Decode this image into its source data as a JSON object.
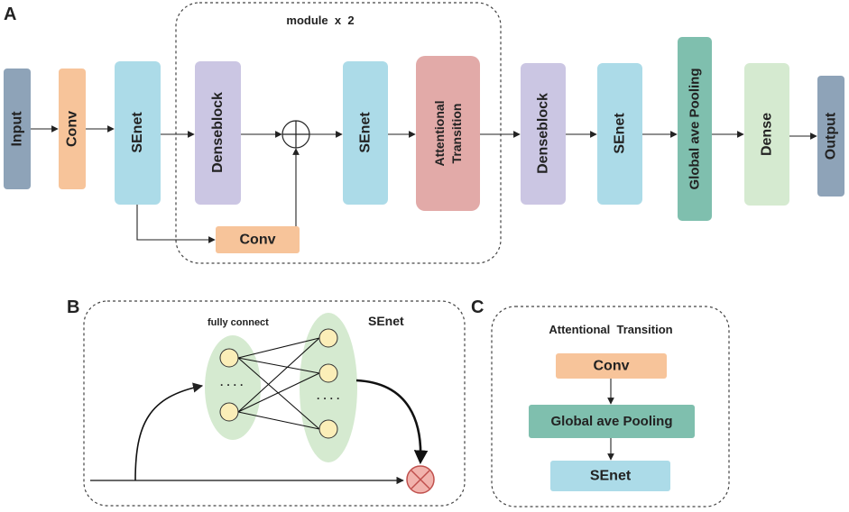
{
  "panel_a": {
    "letter": "A",
    "module_label": "module  x  2",
    "blocks": {
      "input": "Input",
      "conv1": "Conv",
      "senet1": "SEnet",
      "denseblock1": "Denseblock",
      "conv_skip": "Conv",
      "senet2": "SEnet",
      "attn_line1": "Attentional",
      "attn_line2": "Transition",
      "denseblock2": "Denseblock",
      "senet3": "SEnet",
      "gap": "Global ave Pooling",
      "dense": "Dense",
      "output": "Output"
    }
  },
  "panel_b": {
    "letter": "B",
    "title": "SEnet",
    "fc_label": "fully connect",
    "dots_left": "· · · ·",
    "dots_right": "· · · ·"
  },
  "panel_c": {
    "letter": "C",
    "title": "Attentional  Transition",
    "conv": "Conv",
    "gap": "Global ave Pooling",
    "senet": "SEnet"
  },
  "colors": {
    "input": "#8ea3b8",
    "conv": "#f7c49a",
    "senet": "#acdbe8",
    "denseblock": "#cbc6e3",
    "attentional": "#e2aaa8",
    "gap": "#7fbfae",
    "dense": "#d5ead0",
    "output": "#8ea3b8",
    "node": "#fbeeb8",
    "ellipse": "#d5ead0",
    "multiply": "#f1b3ad"
  }
}
